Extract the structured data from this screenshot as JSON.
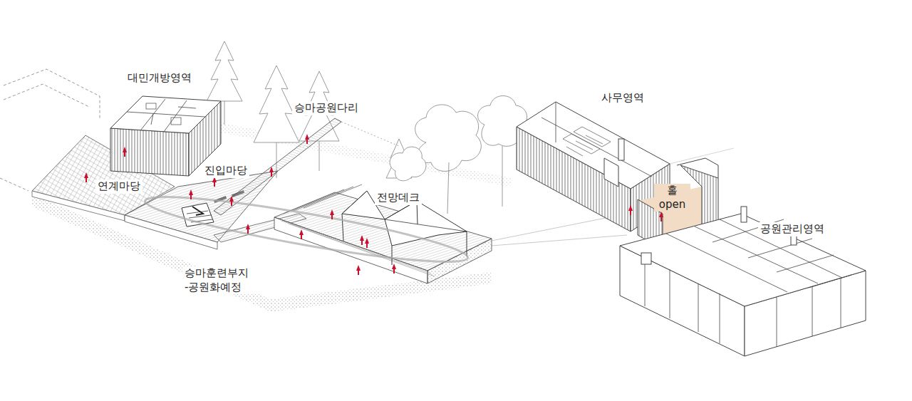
{
  "diagram": {
    "labels": [
      "대민개방영역",
      "승마공원다리",
      "진입마당",
      "연계마당",
      "전망데크",
      "승마훈련부지 -공원화예정",
      "사무영역",
      "홀 open",
      "공원관리영역"
    ]
  }
}
